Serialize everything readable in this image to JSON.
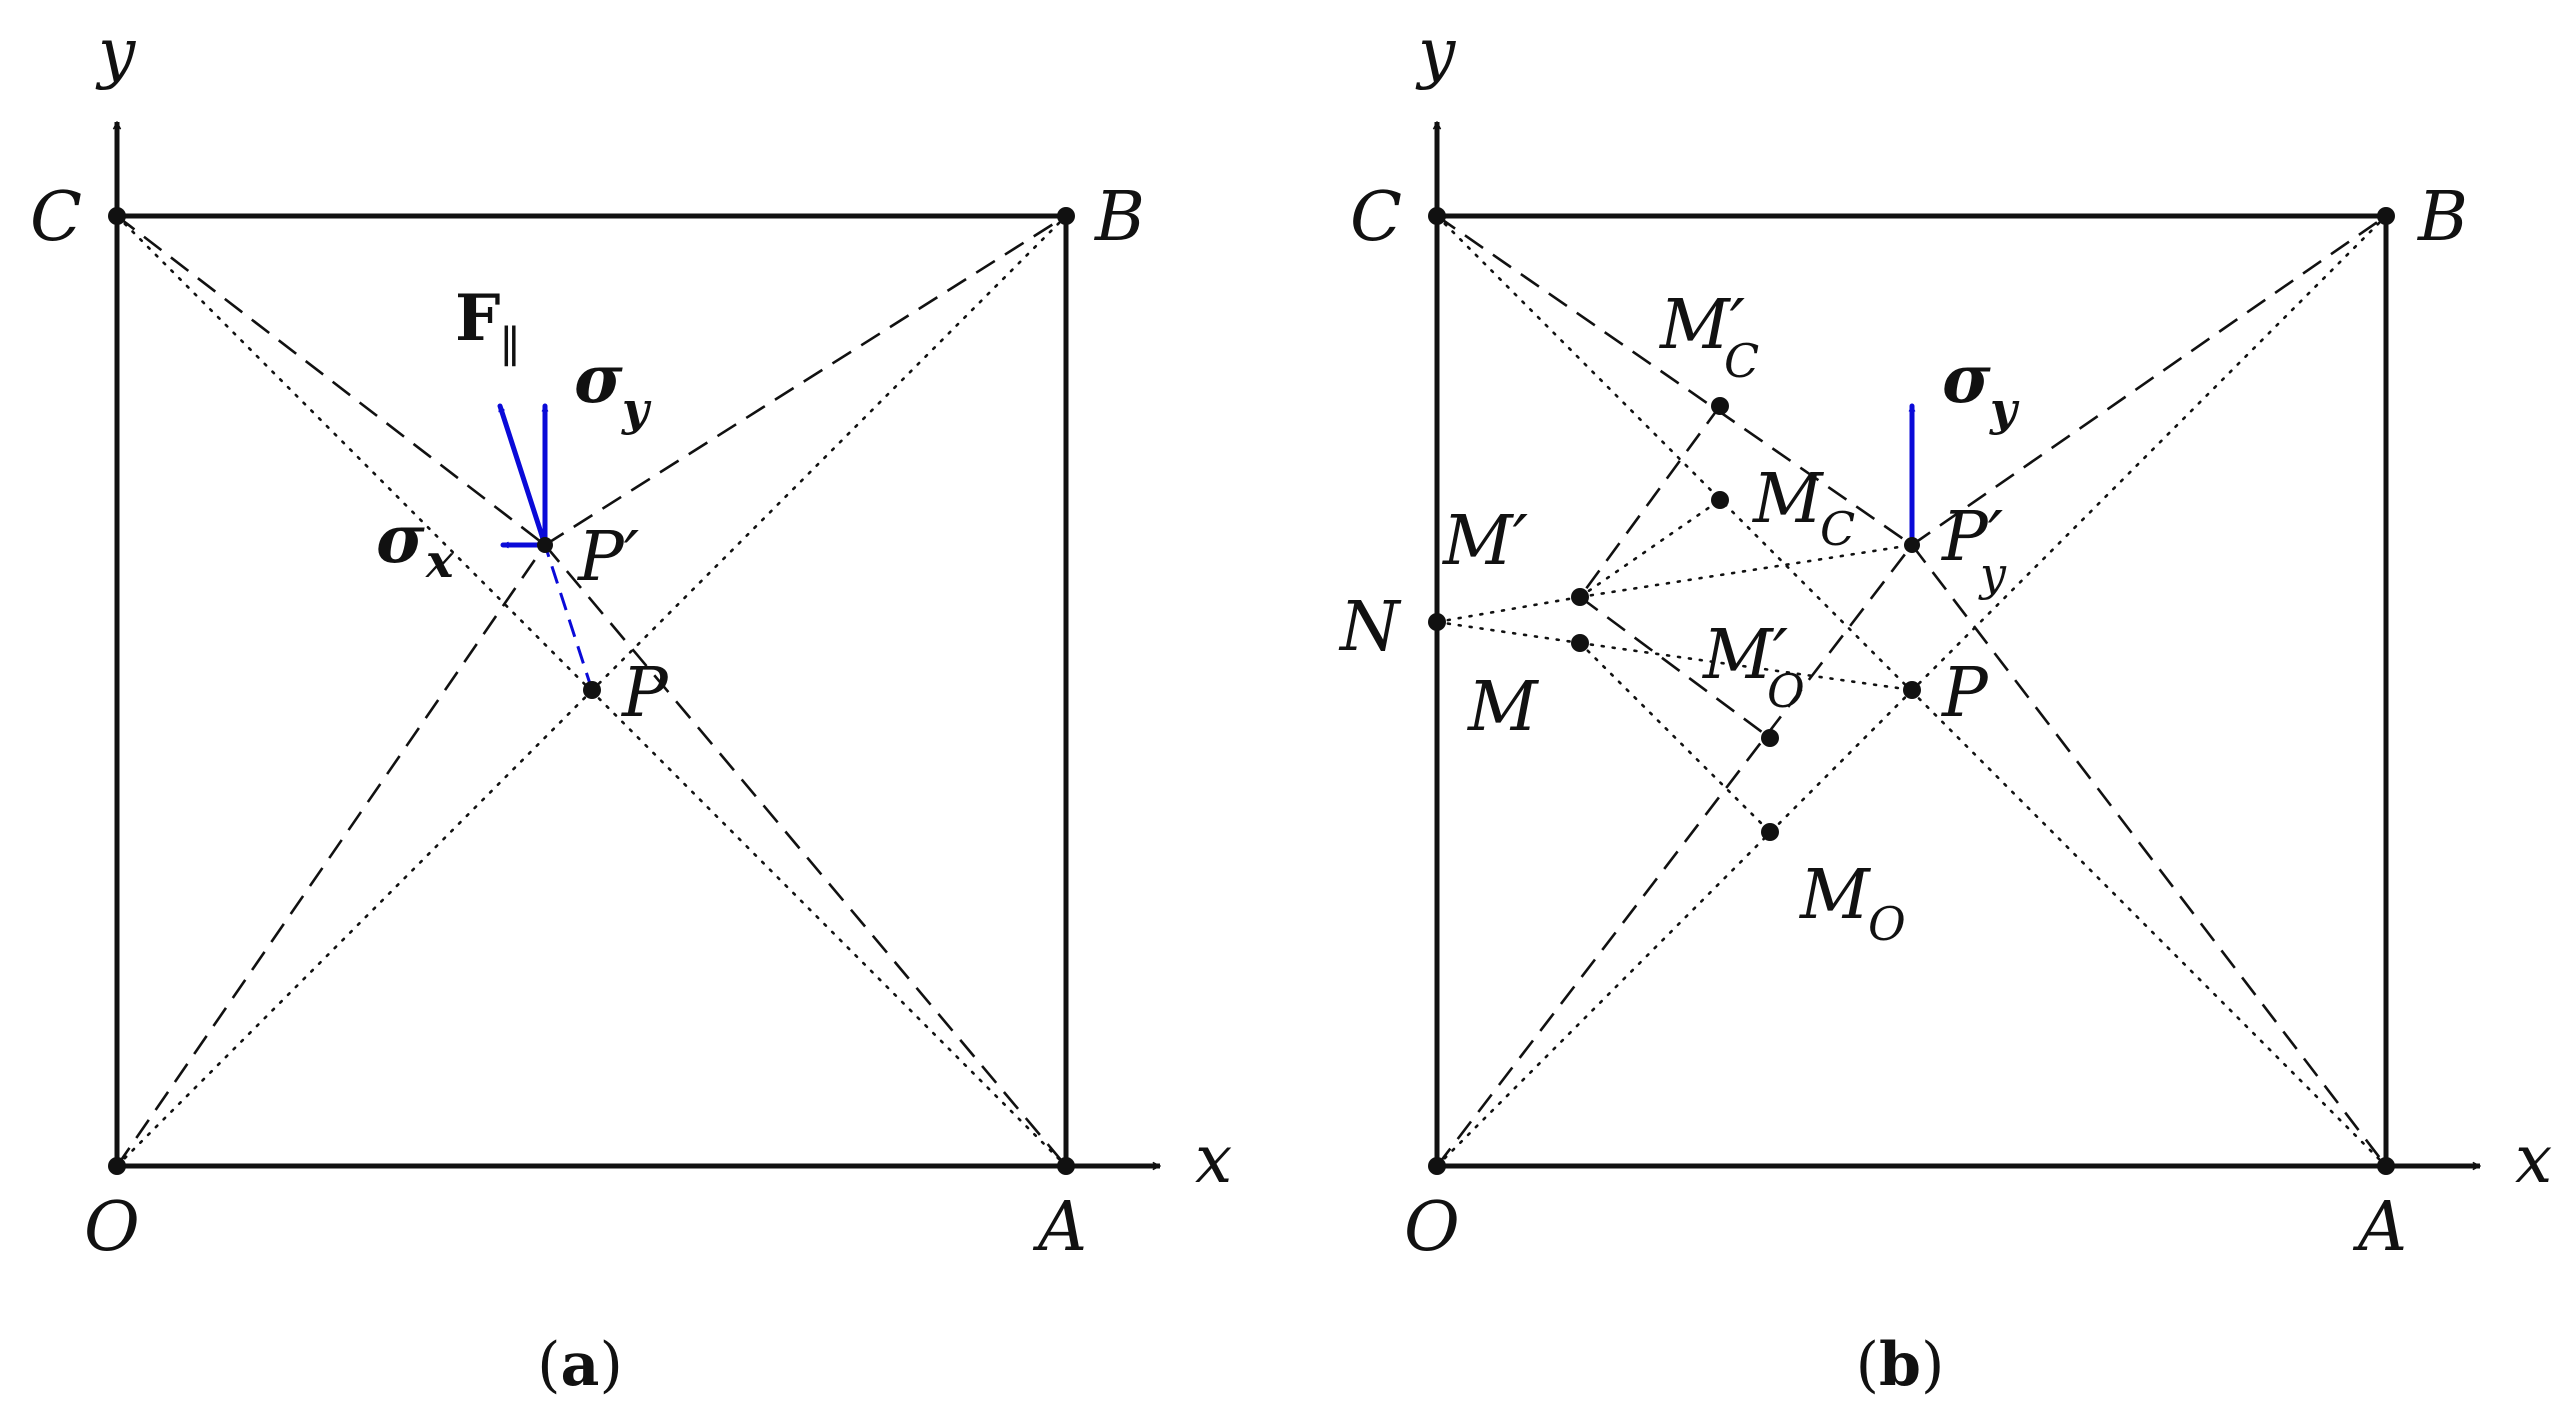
{
  "panel_a": {
    "caption_open": "(",
    "caption_letter": "a",
    "caption_close": ")",
    "axis_x": "x",
    "axis_y": "y",
    "pts": {
      "O": "O",
      "A": "A",
      "B": "B",
      "C": "C",
      "P": "P",
      "Pp": "P′"
    },
    "force_F": "F",
    "force_sub": "∥",
    "sigma": "σ",
    "sigma_x_sub": "x",
    "sigma_y_sub": "y"
  },
  "panel_b": {
    "caption_open": "(",
    "caption_letter": "b",
    "caption_close": ")",
    "axis_x": "x",
    "axis_y": "y",
    "pts": {
      "O": "O",
      "A": "A",
      "B": "B",
      "C": "C",
      "P": "P",
      "N": "N",
      "M": "M",
      "Mp": "M′",
      "Pp": "P′",
      "Pp_sub": "y"
    },
    "M_main": "M",
    "sub_C": "C",
    "sub_O": "O",
    "prime": "′",
    "sigma": "σ",
    "sigma_y_sub": "y"
  },
  "colors": {
    "vector": "#0a0ad8",
    "lines": "#111111"
  }
}
